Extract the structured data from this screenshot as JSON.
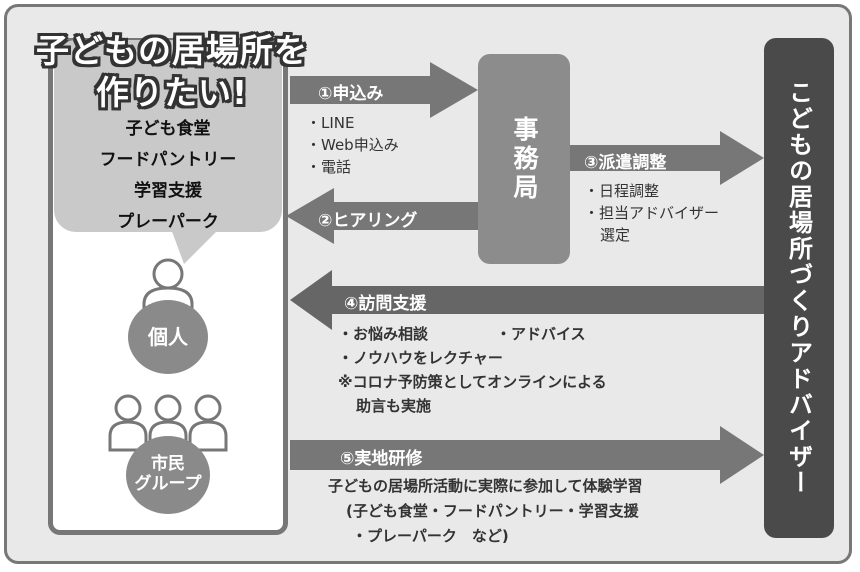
{
  "title_line1": "子どもの居場所を",
  "title_line2": "作りたい!",
  "activities": [
    "子ども食堂",
    "フードパントリー",
    "学習支援",
    "プレーパーク"
  ],
  "individual_label": "個人",
  "group_label_line1": "市民",
  "group_label_line2": "グループ",
  "office_label": "事務局",
  "advisor_label": "こどもの居場所づくりアドバイザー",
  "steps": {
    "s1": {
      "label": "①申込み",
      "items": [
        "・LINE",
        "・Web申込み",
        "・電話"
      ]
    },
    "s2": {
      "label": "②ヒアリング"
    },
    "s3": {
      "label": "③派遣調整",
      "items": [
        "・日程調整",
        "・担当アドバイザー",
        "選定"
      ]
    },
    "s4": {
      "label": "④訪問支援",
      "line1a": "・お悩み相談",
      "line1b": "・アドバイス",
      "line2": "・ノウハウをレクチャー",
      "line3": "※コロナ予防策としてオンラインによる",
      "line4": "助言も実施"
    },
    "s5": {
      "label": "⑤実地研修",
      "line1": "子どもの居場所活動に実際に参加して体験学習",
      "line2": "(子ども食堂・フードパントリー・学習支援",
      "line3": "・プレーパーク　など)"
    }
  },
  "colors": {
    "arrow": "#777777",
    "advisor": "#4a4a4a",
    "office": "#8c8c8c",
    "bubble": "#c9c9c9"
  }
}
